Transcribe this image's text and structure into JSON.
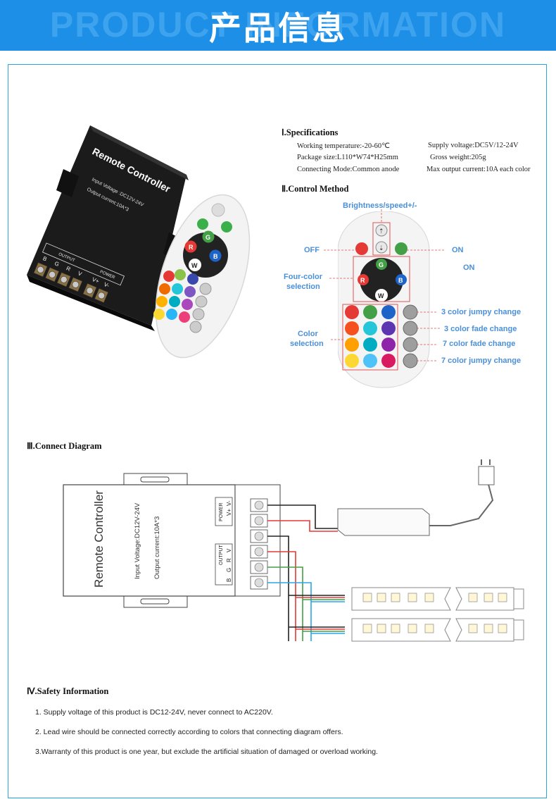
{
  "banner": {
    "background_text": "PRODUCT INFORMATION",
    "title": "产品信息"
  },
  "product": {
    "device_label": "Remote Controller",
    "input_voltage": "Input Voltage :DC12V-24V",
    "output_current": "Output current:10A*3",
    "output_label": "OUTPUT",
    "output_pins": [
      "B",
      "G",
      "R",
      "V"
    ],
    "power_label": "POWER",
    "power_pins": [
      "V+",
      "V-"
    ],
    "remote_button_labels": [
      "R",
      "G",
      "B",
      "W"
    ]
  },
  "specifications": {
    "heading": "Ⅰ.Specifications",
    "working_temperature": "Working temperature:-20-60℃",
    "supply_voltage": "Supply voltage:DC5V/12-24V",
    "package_size": "Package size:L110*W74*H25mm",
    "gross_weight": "Gross weight:205g",
    "connecting_mode": "Connecting Mode:Common anode",
    "max_output": "Max output current:10A each color"
  },
  "control_method": {
    "heading": "Ⅱ.Control Method",
    "brightness": "Brightness/speed+/-",
    "off": "OFF",
    "on_top": "ON",
    "on_bottom": "ON",
    "four_color_1": "Four-color",
    "four_color_2": "selection",
    "color_1": "Color",
    "color_2": "selection",
    "mode_1": "3 color jumpy change",
    "mode_2": "3 color fade change",
    "mode_3": "7 color fade change",
    "mode_4": "7 color jumpy change"
  },
  "connect_diagram": {
    "heading": "Ⅲ.Connect Diagram",
    "device_label": "Remote Controller",
    "input_voltage": "Input Voltage:DC12V-24V",
    "output_current": "Output current:10A*3",
    "power_label": "POWER",
    "power_pins": [
      "V+",
      "V-"
    ],
    "output_label": "OUTPUT",
    "output_pins": [
      "B",
      "G",
      "R",
      "V"
    ]
  },
  "safety": {
    "heading": "Ⅳ.Safety Information",
    "item_1": "1. Supply voltage of this product is DC12-24V, never connect to AC220V.",
    "item_2": "2. Lead wire should be connected correctly according to colors that connecting diagram offers.",
    "item_3": "3.Warranty of this product is one year, but exclude the artificial situation of damaged or overload working."
  },
  "colors": {
    "banner_blue": "#1e8fe6",
    "frame_blue": "#29a6e8",
    "label_blue": "#4a90d9",
    "leader_red": "#e05050"
  }
}
